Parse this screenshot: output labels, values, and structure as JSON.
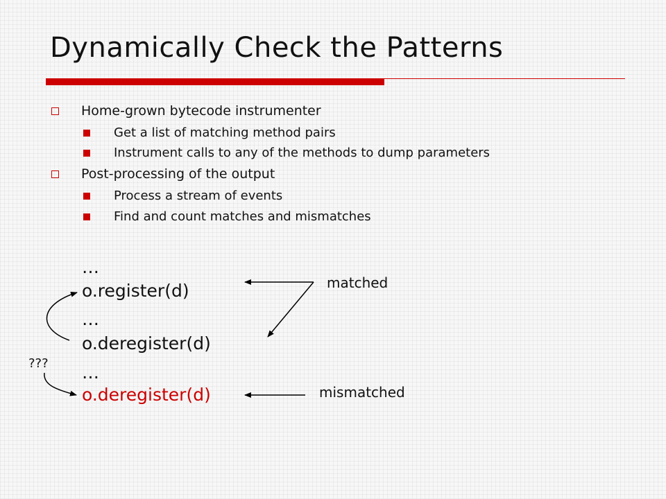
{
  "slide": {
    "title": "Dynamically Check the Patterns",
    "accent_color": "#cc0000",
    "bullets": [
      {
        "text": "Home-grown bytecode instrumenter",
        "subs": [
          "Get a list of matching method pairs",
          "Instrument calls to any of the methods to dump parameters"
        ]
      },
      {
        "text": "Post-processing of the output",
        "subs": [
          "Process a stream of events",
          "Find and count matches and mismatches"
        ]
      }
    ],
    "code_lines": [
      "…",
      "o.register(d)",
      "…",
      "o.deregister(d)",
      "…",
      "o.deregister(d)"
    ],
    "annotations": {
      "matched": "matched",
      "mismatched": "mismatched",
      "unknown": "???"
    }
  }
}
